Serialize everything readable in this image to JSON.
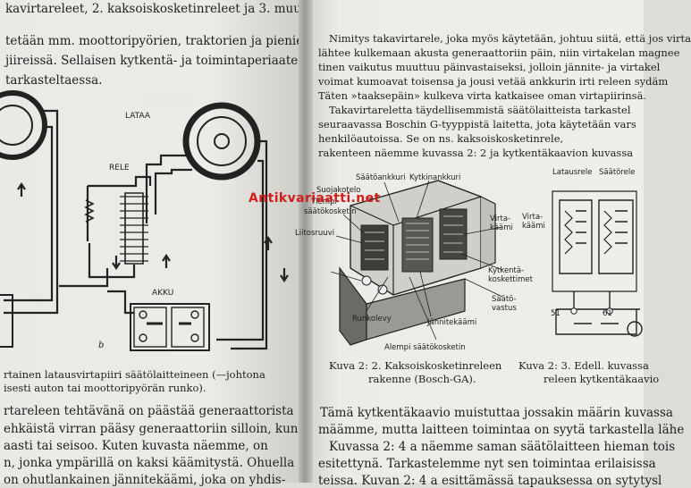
{
  "left_page": {
    "lines": [
      "kavirtareleet, 2. kaksoiskosketinreleet ja 3. muut",
      "tetään mm. moottoripyörien, traktorien ja pienien",
      "jiireissä. Sellaisen kytkentä- ja toimintaperiaate",
      "tarkasteltaessa."
    ],
    "diagram_labels": {
      "lataa": "LATAA",
      "rele": "RELE",
      "akku": "AKKU",
      "b": "b"
    },
    "caption_lines": [
      "rtainen latausvirtapiiri säätölaitteineen (—johtona",
      "isesti auton tai moottoripyörän runko)."
    ],
    "body_lines": [
      "rtareleen tehtävänä on päästää generaattorista",
      "ehkäistä virran pääsy generaattoriin silloin, kun",
      "aasti tai seisoo. Kuten kuvasta näemme, on",
      "n, jonka ympärillä on kaksi käämitystä. Ohuella",
      "on ohutlankainen jännitekäämi, joka on yhdis-"
    ]
  },
  "right_page": {
    "top_lines": [
      "Nimitys takavirtarele, joka myös käytetään, johtuu siitä, että jos virta",
      "lähtee kulkemaan akusta generaattoriin päin, niin virtakelan magnee",
      "tinen vaikutus muuttuu päinvastaiseksi, jolloin jännite- ja virtakel",
      "voimat kumoavat toisensa ja jousi vetää ankkurin irti releen sydäm",
      "Täten »taaksepäin» kulkeva virta katkaisee oman virtapiirinsä.",
      "Takavirtareletta täydellisemmistä säätölaitteista tarkastel",
      "seuraavassa Boschin G-tyyppistä laitetta, jota käytetään vars",
      "henkilöautoissa. Se on ns. kaksoiskosketinrele,",
      "rakenteen näemme kuvassa 2: 2 ja kytkentäkaavion kuvassa"
    ],
    "figure_labels": {
      "saatoankkuri": "Säätöankkuri",
      "kytkinankkuri": "Kytkinankkuri",
      "suojakotelo": "Suojakotelo",
      "ylempi": "Ylempi",
      "saatokosketin": "säätökosketin",
      "liitosruuvi": "Liitosruuvi",
      "virtakaami": "Virta-\nkäämi",
      "kytkentakoskettimet": "Kytkentä-\nkoskettimet",
      "saatovastus": "Säätö-\nvastus",
      "runkolevy": "Runkolevy",
      "jannitekaami": "Jännitekäämi",
      "alempi": "Alempi säätökosketin",
      "lataus_rele": "Latausrele",
      "saatorele": "Säätörele",
      "virtakaami2": "Virta-\nkäämi",
      "n51": "51",
      "n61": "61"
    },
    "captions": {
      "fig22_a": "Kuva 2: 2. Kaksoiskosketinreleen",
      "fig22_b": "rakenne (Bosch-GA).",
      "fig23_a": "Kuva 2: 3. Edell. kuvassa",
      "fig23_b": "releen kytkentäkaavio"
    },
    "body_lines": [
      "Tämä kytkentäkaavio muistuttaa jossakin määrin kuvassa",
      "määmme, mutta laitteen toimintaa on syytä tarkastella lähe",
      "Kuvassa 2: 4 a näemme saman säätölaitteen hieman tois",
      "esitettynä. Tarkastelemme nyt sen toimintaa erilaisissa",
      "teissa. Kuvan 2: 4 a esittämässä tapauksessa on sytytysl"
    ]
  },
  "watermark": "Antikvariaatti.net",
  "colors": {
    "paper": "#ecebe7",
    "ink": "#1f1f1f",
    "watermark": "#d21d1d"
  }
}
